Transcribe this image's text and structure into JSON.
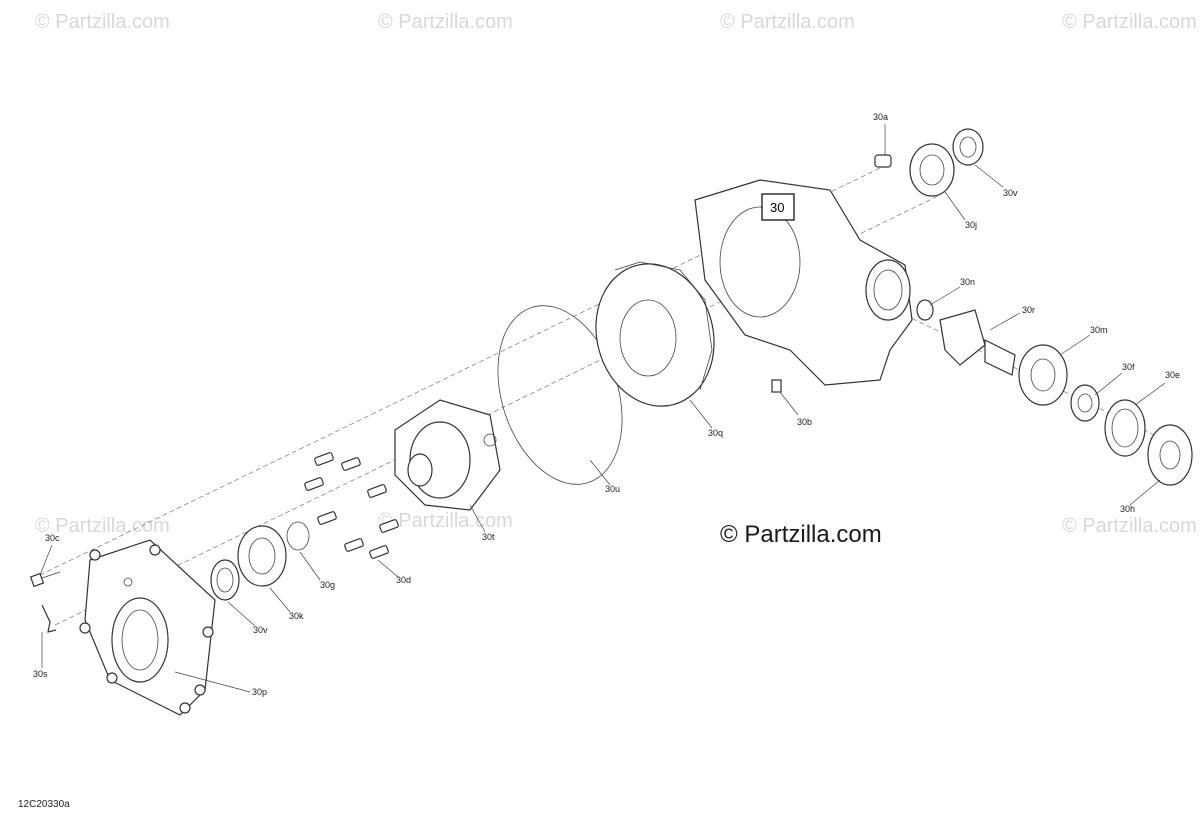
{
  "watermarks": {
    "small": "© Partzilla.com",
    "main": "© Partzilla.com"
  },
  "diagram_code": "12C20330a",
  "assembly_box": "30",
  "callouts": {
    "30a": "30a",
    "30v_top": "30v",
    "30j": "30j",
    "30n": "30n",
    "30r": "30r",
    "30m": "30m",
    "30f": "30f",
    "30e": "30e",
    "30h": "30h",
    "30b": "30b",
    "30q": "30q",
    "30u": "30u",
    "30t": "30t",
    "30d": "30d",
    "30g": "30g",
    "30k": "30k",
    "30v_bottom": "30v",
    "30c": "30c",
    "30s": "30s",
    "30p": "30p"
  },
  "colors": {
    "line": "#333333",
    "watermark": "#d8d8d8"
  }
}
